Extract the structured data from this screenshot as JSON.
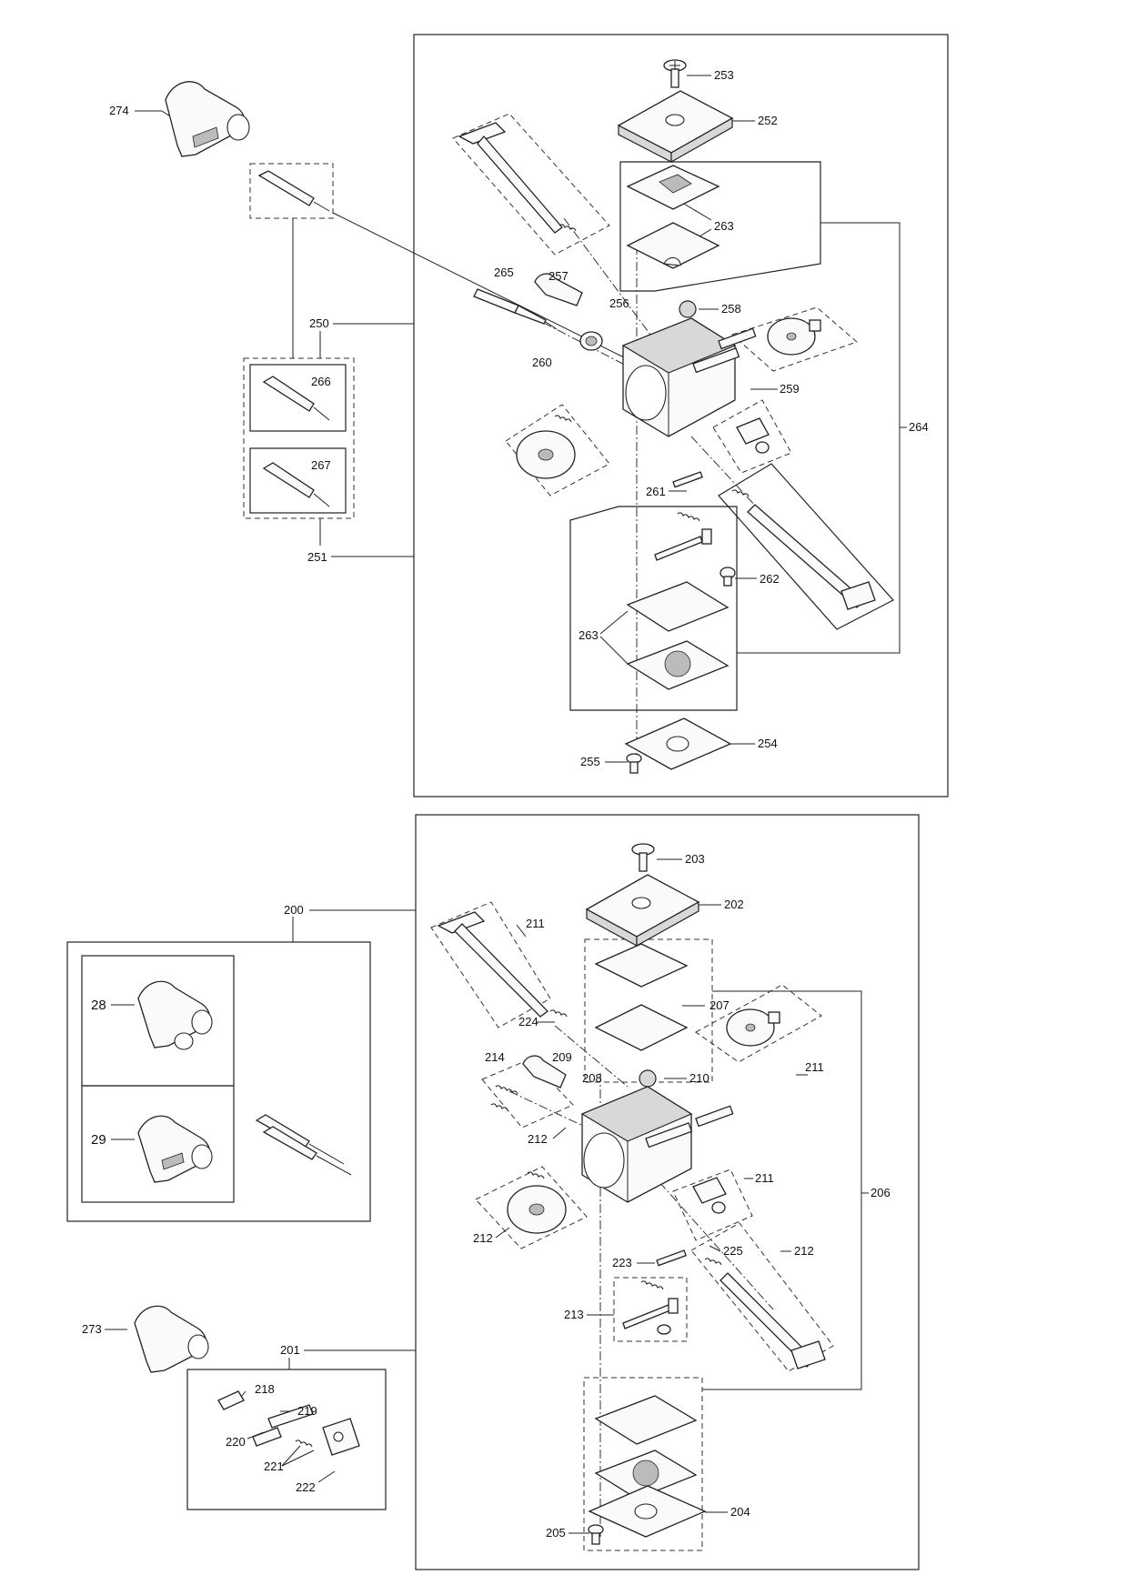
{
  "callouts": {
    "c274": "274",
    "c253": "253",
    "c252": "252",
    "c263a": "263",
    "c264": "264",
    "c265": "265",
    "c257": "257",
    "c256": "256",
    "c258": "258",
    "c250": "250",
    "c260": "260",
    "c259": "259",
    "c266": "266",
    "c267": "267",
    "c261": "261",
    "c262": "262",
    "c251": "251",
    "c263b": "263",
    "c254": "254",
    "c255": "255",
    "c203": "203",
    "c202": "202",
    "c200": "200",
    "c211a": "211",
    "c207": "207",
    "c224": "224",
    "c214": "214",
    "c209": "209",
    "c208": "208",
    "c210": "210",
    "c211b": "211",
    "c28": "28",
    "c212a": "212",
    "c29": "29",
    "c211c": "211",
    "c206": "206",
    "c212b": "212",
    "c223": "223",
    "c225": "225",
    "c212c": "212",
    "c213": "213",
    "c273": "273",
    "c201": "201",
    "c218": "218",
    "c219": "219",
    "c220": "220",
    "c221": "221",
    "c222": "222",
    "c204": "204",
    "c205": "205"
  }
}
